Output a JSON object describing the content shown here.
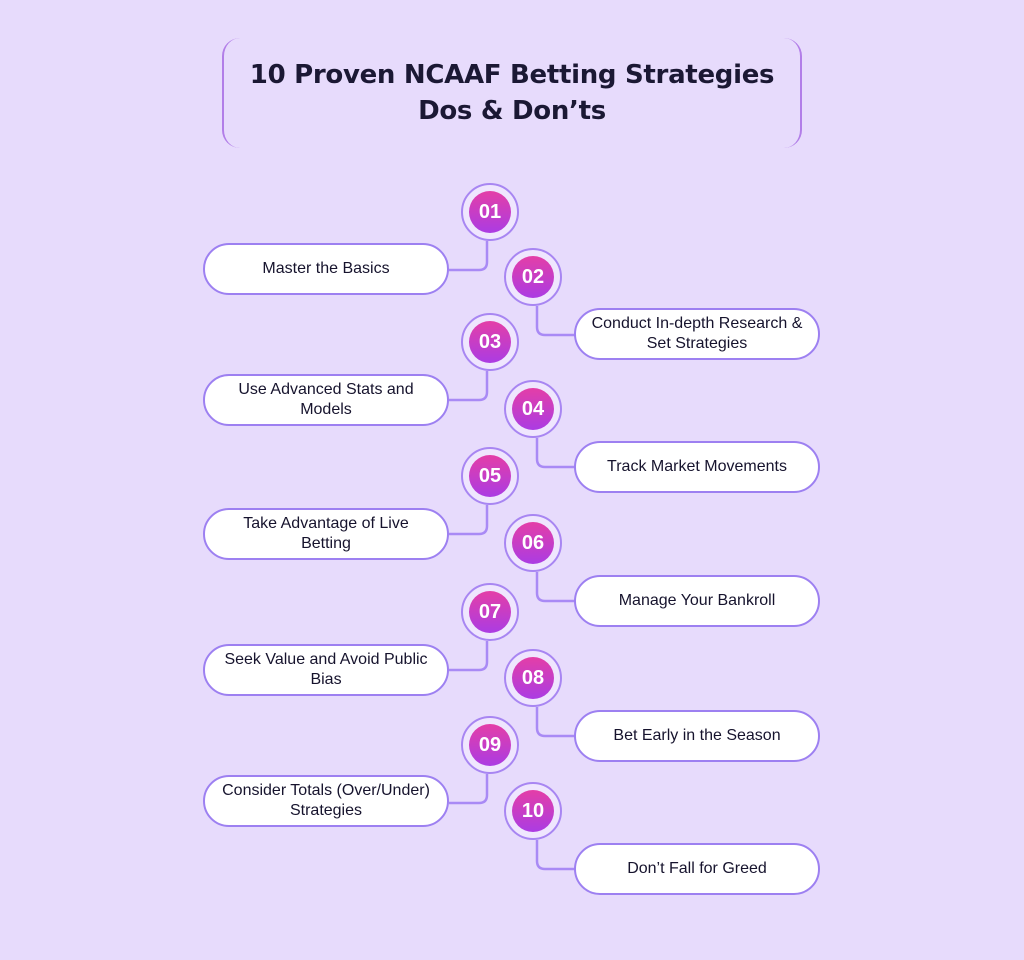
{
  "title": {
    "line1": "10 Proven NCAAF Betting Strategies",
    "line2": "Dos & Don’ts"
  },
  "colors": {
    "background": "#e7dbfc",
    "pill_border": "#9d80f1",
    "badge_gradient_top": "#e43ea7",
    "badge_gradient_bottom": "#ab3ce3",
    "connector": "#a98af5"
  },
  "steps": [
    {
      "number": "01",
      "text": "Master the Basics"
    },
    {
      "number": "02",
      "text": "Conduct In-depth Research & Set Strategies"
    },
    {
      "number": "03",
      "text": "Use Advanced Stats and Models"
    },
    {
      "number": "04",
      "text": "Track Market Movements"
    },
    {
      "number": "05",
      "text": "Take Advantage of Live Betting"
    },
    {
      "number": "06",
      "text": "Manage Your Bankroll"
    },
    {
      "number": "07",
      "text": "Seek Value and Avoid Public Bias"
    },
    {
      "number": "08",
      "text": "Bet Early in the Season"
    },
    {
      "number": "09",
      "text": "Consider Totals (Over/Under) Strategies"
    },
    {
      "number": "10",
      "text": "Don’t Fall for Greed"
    }
  ]
}
